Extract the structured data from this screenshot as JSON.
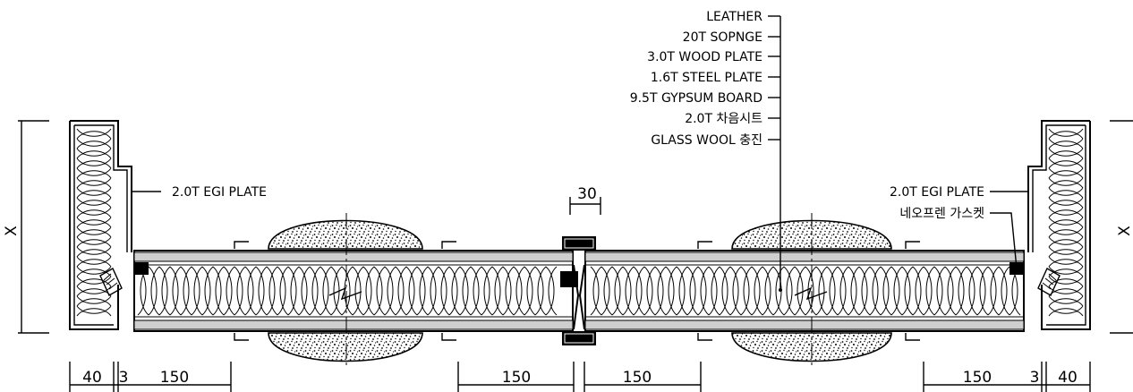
{
  "layers": [
    "LEATHER",
    "20T SOPNGE",
    "3.0T WOOD PLATE",
    "1.6T STEEL PLATE",
    "9.5T GYPSUM BOARD",
    "2.0T 차음시트",
    "GLASS WOOL 충진"
  ],
  "left_label": "2.0T EGI PLATE",
  "right_labels": [
    "2.0T EGI PLATE",
    "네오프렌 가스켓"
  ],
  "height_symbol": "X",
  "top_dim": "30",
  "bottom_dims": [
    "40",
    "3",
    "150",
    "150",
    "150",
    "150",
    "3",
    "40"
  ]
}
